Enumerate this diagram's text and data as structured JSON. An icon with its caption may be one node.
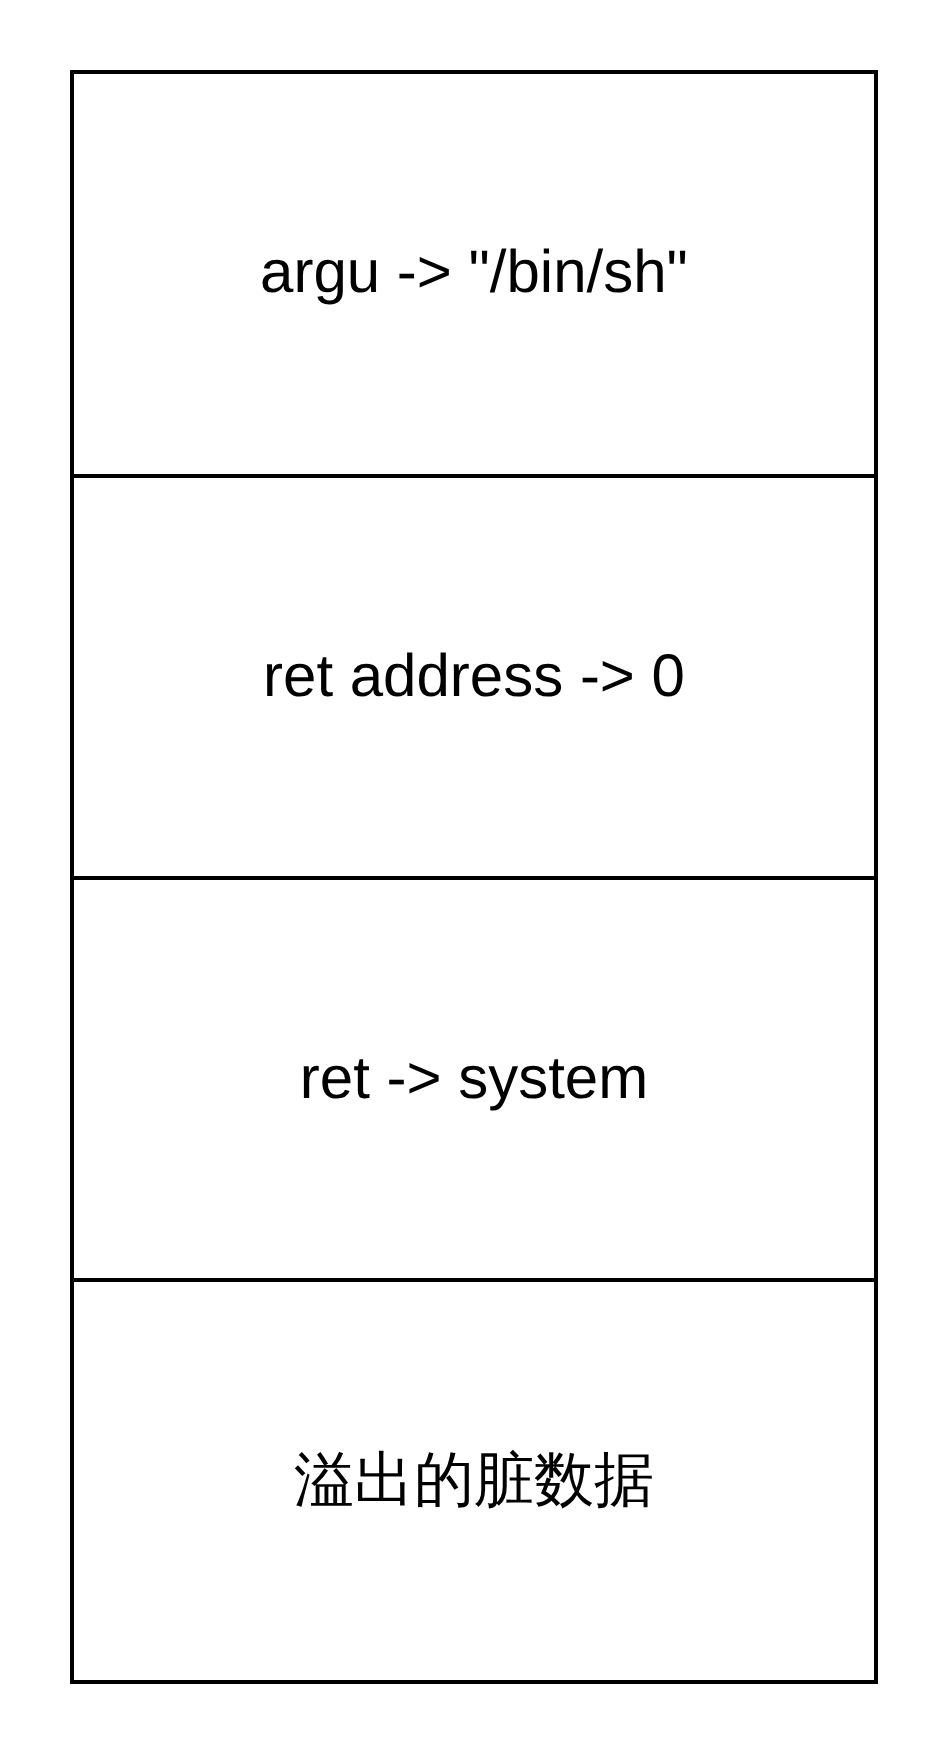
{
  "diagram": {
    "nodes": [
      {
        "text": [
          "argu -> \"/bin/sh\""
        ]
      },
      {
        "text": [
          "ret address -> 0"
        ]
      },
      {
        "text": [
          "ret -> system"
        ]
      },
      {
        "text": [
          "溢出的脏数据"
        ]
      }
    ]
  }
}
